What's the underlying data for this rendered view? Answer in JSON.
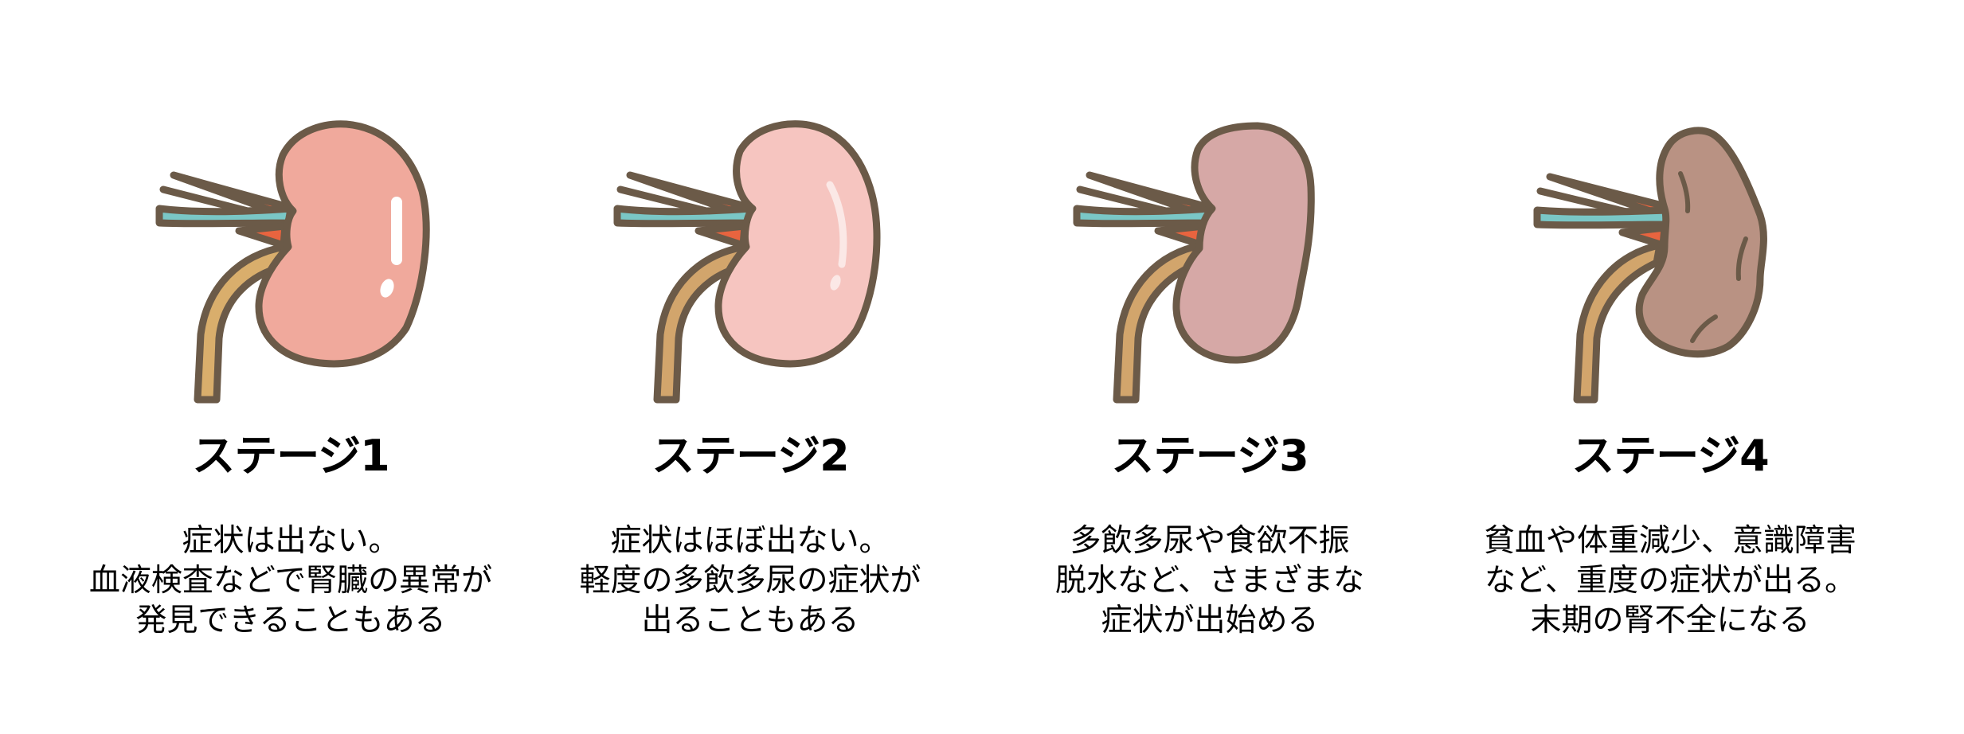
{
  "figure": {
    "subject": "kidney stages",
    "colors": {
      "outline": "#6b5a48",
      "artery": "#e8643f",
      "vein": "#7ac7c6",
      "ureter": "#d9ae6c",
      "highlight": "#ffffff"
    }
  },
  "stages": [
    {
      "title": "ステージ1",
      "kidney_color": "#f0a99c",
      "kidney_icon": "healthy-kidney-icon",
      "description": [
        "症状は出ない。",
        "血液検査などで腎臓の異常が",
        "発見できることもある"
      ]
    },
    {
      "title": "ステージ2",
      "kidney_color": "#f6c5c0",
      "kidney_icon": "mild-kidney-icon",
      "description": [
        "症状はほぼ出ない。",
        "軽度の多飲多尿の症状が",
        "出ることもある"
      ]
    },
    {
      "title": "ステージ3",
      "kidney_color": "#d6a8a6",
      "kidney_icon": "moderate-kidney-icon",
      "description": [
        "多飲多尿や食欲不振",
        "脱水など、さまざまな",
        "症状が出始める"
      ]
    },
    {
      "title": "ステージ4",
      "kidney_color": "#b99283",
      "kidney_icon": "shrunken-kidney-icon",
      "description": [
        "貧血や体重減少、意識障害",
        "など、重度の症状が出る。",
        "末期の腎不全になる"
      ]
    }
  ]
}
